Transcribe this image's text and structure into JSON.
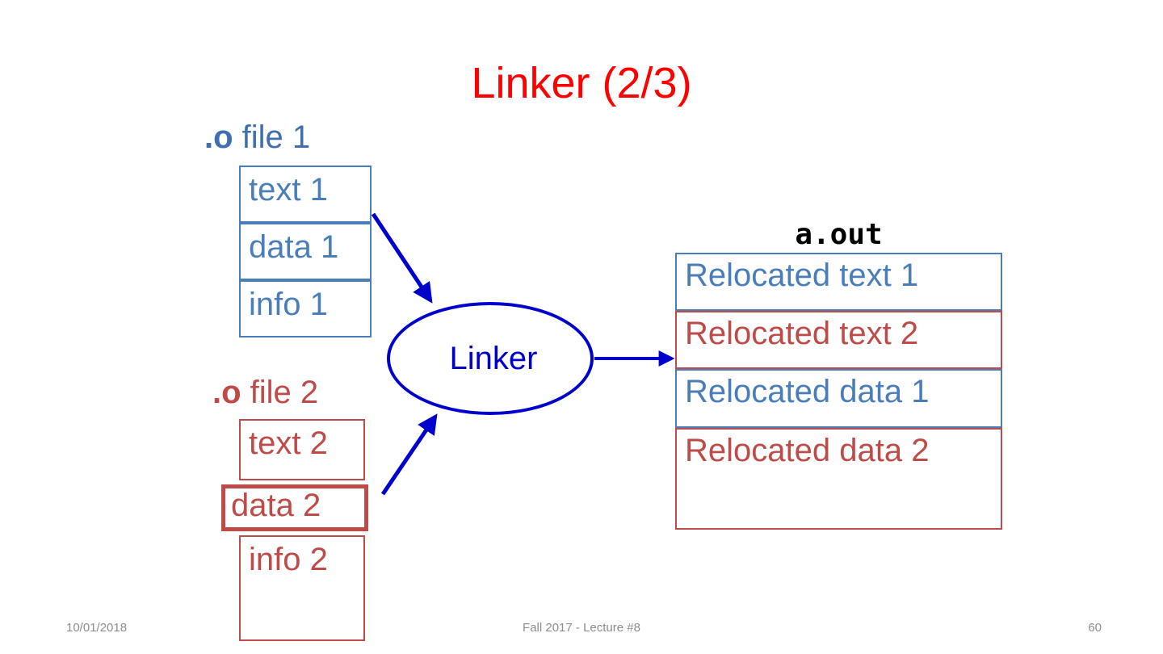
{
  "slide": {
    "title": "Linker (2/3)",
    "title_color": "#FF0000",
    "background": "#ffffff"
  },
  "colors": {
    "blue": "#4A7EBB",
    "blue_label": "#3F6FAF",
    "red": "#BE4B48",
    "arrow_blue": "#0000CC",
    "title_red": "#FF0000",
    "footer_gray": "#8C8C8C",
    "black": "#000000"
  },
  "inputs": {
    "file1": {
      "label_ext": ".o",
      "label_rest": " file 1",
      "label_full": ".o file 1",
      "color": "#4A7EBB",
      "sections": [
        {
          "name": "text-1",
          "text": "text 1"
        },
        {
          "name": "data-1",
          "text": "data 1"
        },
        {
          "name": "info-1",
          "text": "info 1"
        }
      ]
    },
    "file2": {
      "label_ext": ".o",
      "label_rest": " file 2",
      "label_full": ".o file 2",
      "color": "#BE4B48",
      "sections": [
        {
          "name": "text-2",
          "text": "text 2"
        },
        {
          "name": "data-2",
          "text": "data 2"
        },
        {
          "name": "info-2",
          "text": "info 2"
        }
      ]
    }
  },
  "process": {
    "node_label": "Linker",
    "node_color": "#0000CC"
  },
  "output": {
    "title": "a.out",
    "sections": [
      {
        "name": "relocated-text-1",
        "text": "Relocated text 1",
        "color": "#4A7EBB"
      },
      {
        "name": "relocated-text-2",
        "text": "Relocated text 2",
        "color": "#BE4B48"
      },
      {
        "name": "relocated-data-1",
        "text": "Relocated data 1",
        "color": "#4A7EBB"
      },
      {
        "name": "relocated-data-2",
        "text": "Relocated data 2",
        "color": "#BE4B48"
      }
    ]
  },
  "footer": {
    "date": "10/01/2018",
    "center": "Fall 2017 - Lecture #8",
    "page": "60"
  }
}
